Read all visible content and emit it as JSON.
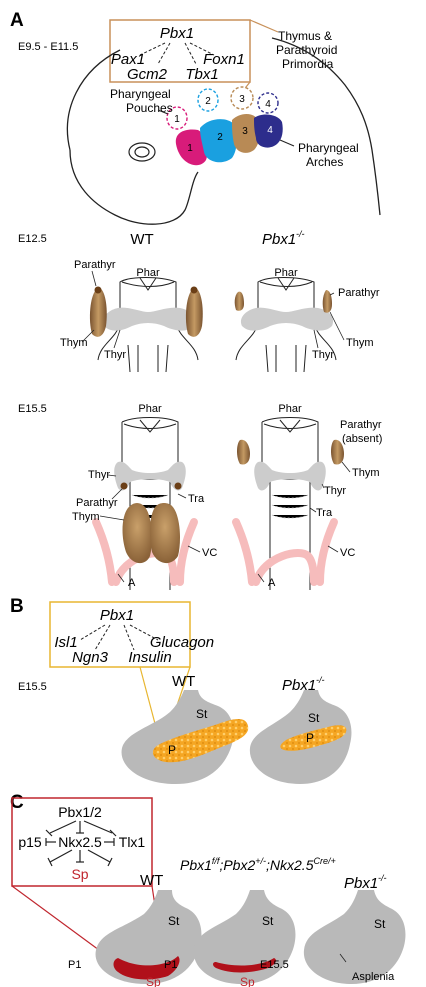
{
  "panelA": {
    "label": "A",
    "stage_range": "E9.5 - E11.5",
    "box_gene": "Pbx1",
    "box_targets": [
      "Pax1",
      "Gcm2",
      "Tbx1",
      "Foxn1"
    ],
    "thymus_label_1": "Thymus &",
    "thymus_label_2": "Parathyroid",
    "thymus_label_3": "Primordia",
    "pouches_label_1": "Pharyngeal",
    "pouches_label_2": "Pouches",
    "arches_label_1": "Pharyngeal",
    "arches_label_2": "Arches",
    "pouch_numbers": [
      "1",
      "2",
      "3",
      "4"
    ],
    "arch_numbers": [
      "1",
      "2",
      "3",
      "4"
    ],
    "e125": {
      "stage": "E12.5",
      "wt_label": "WT",
      "mut_gene": "Pbx1",
      "mut_sup": "-/-",
      "phar": "Phar",
      "phar2": "Phar",
      "parathyr_left": "Parathyr",
      "parathyr_right": "Parathyr",
      "thym_left": "Thym",
      "thym_right": "Thym",
      "thyr_left": "Thyr",
      "thyr_right": "Thyr"
    },
    "e155": {
      "stage": "E15.5",
      "phar": "Phar",
      "phar2": "Phar",
      "thyr_left": "Thyr",
      "parathyr_left": "Parathyr",
      "thym_left": "Thym",
      "tra_left": "Tra",
      "vc_left": "VC",
      "a_left": "A",
      "parathyr_right": "Parathyr",
      "absent": "(absent)",
      "thym_right": "Thym",
      "thyr_right": "Thyr",
      "tra_right": "Tra",
      "vc_right": "VC",
      "a_right": "A"
    }
  },
  "panelB": {
    "label": "B",
    "stage": "E15.5",
    "box_gene": "Pbx1",
    "box_targets": [
      "Isl1",
      "Ngn3",
      "Insulin",
      "Glucagon"
    ],
    "wt_label": "WT",
    "mut_gene": "Pbx1",
    "mut_sup": "-/-",
    "st_left": "St",
    "p_left": "P",
    "st_right": "St",
    "p_right": "P"
  },
  "panelC": {
    "label": "C",
    "box_top": "Pbx1/2",
    "box_left": "p15",
    "box_mid": "Nkx2.5",
    "box_right": "Tlx1",
    "box_bottom": "Sp",
    "wt_label": "WT",
    "cko_part1": "Pbx1",
    "cko_sup1": "f/f",
    "cko_part2": ";Pbx2",
    "cko_sup2": "+/-",
    "cko_part3": ";Nkx2.5",
    "cko_sup3": "Cre/+",
    "mut_gene": "Pbx1",
    "mut_sup": "-/-",
    "st1": "St",
    "st2": "St",
    "st3": "St",
    "p1_left": "P1",
    "p1_mid": "P1",
    "e155": "E15.5",
    "sp_left": "Sp",
    "sp_mid": "Sp",
    "asplenia": "Asplenia"
  },
  "colors": {
    "pouch1": "#d81b7a",
    "pouch2": "#1aa0e0",
    "pouch3": "#b88a55",
    "pouch4": "#2d2d8c",
    "box_border_A": "#c8915a",
    "box_border_B": "#e8b630",
    "box_border_C": "#c0262e",
    "thymus": "#a8794a",
    "thyroid": "#cccccc",
    "vessel": "#f6bcbc",
    "pancreas": "#f3a72a",
    "stomach": "#b9b9b9",
    "spleen": "#b0101a"
  }
}
